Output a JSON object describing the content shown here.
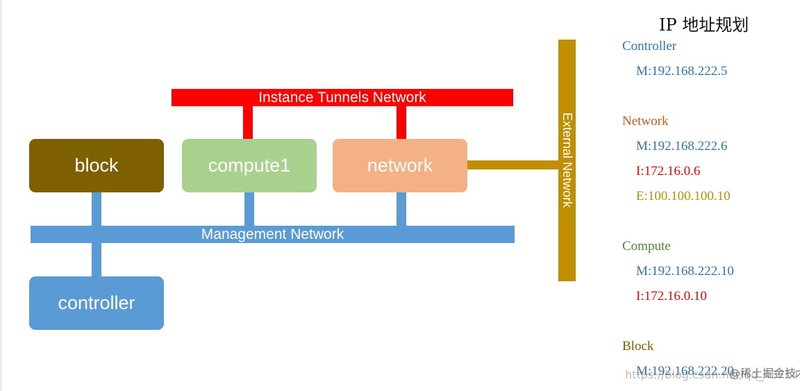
{
  "diagram": {
    "networks": {
      "tunnel": "Instance Tunnels Network",
      "management": "Management Network",
      "external": "External Network"
    },
    "nodes": {
      "block": "block",
      "compute1": "compute1",
      "network": "network",
      "controller": "controller"
    },
    "colors": {
      "tunnel": "#ff0000",
      "management": "#5b9bd5",
      "external": "#bf8f00",
      "block": "#7f6000",
      "compute1": "#a9d18e",
      "network": "#f4b183",
      "controller": "#5b9bd5"
    }
  },
  "panel": {
    "title": "IP 地址规划",
    "sections": [
      {
        "name": "Controller",
        "color": "#2e75b6",
        "entries": [
          {
            "text": "M:192.168.222.5",
            "color": "#2e75b6"
          }
        ]
      },
      {
        "name": "Network",
        "color": "#c55a11",
        "entries": [
          {
            "text": "M:192.168.222.6",
            "color": "#2e75b6"
          },
          {
            "text": "I:172.16.0.6",
            "color": "#ff0000"
          },
          {
            "text": "E:100.100.100.10",
            "color": "#bf8f00"
          }
        ]
      },
      {
        "name": "Compute",
        "color": "#548235",
        "entries": [
          {
            "text": "M:192.168.222.10",
            "color": "#2e75b6"
          },
          {
            "text": "I:172.16.0.10",
            "color": "#ff0000"
          }
        ]
      },
      {
        "name": "Block",
        "color": "#7f6000",
        "entries": [
          {
            "text": "M:192.168.222.20",
            "color": "#2e75b6"
          }
        ]
      }
    ]
  },
  "watermark": {
    "url": "https://blog.csdn.net/qq_43714272",
    "badge": "@稀土掘金技术社区"
  }
}
